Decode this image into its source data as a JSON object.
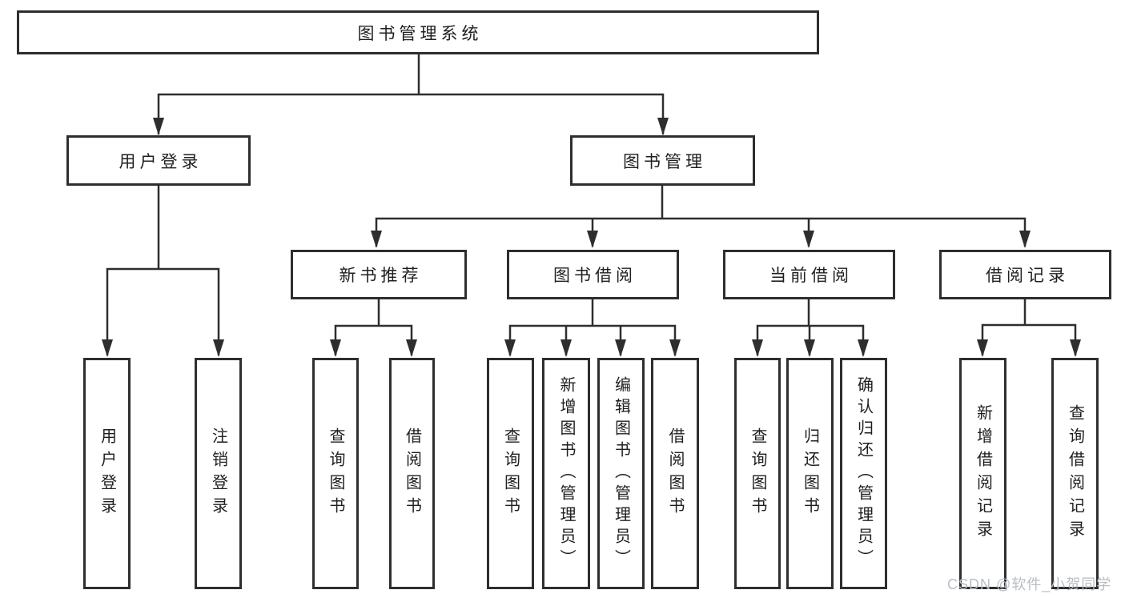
{
  "diagram": {
    "tree": {
      "label": "图书管理系统",
      "children": [
        {
          "label": "用户登录",
          "children": [
            {
              "label": "用户登录"
            },
            {
              "label": "注销登录"
            }
          ]
        },
        {
          "label": "图书管理",
          "children": [
            {
              "label": "新书推荐",
              "children": [
                {
                  "label": "查询图书"
                },
                {
                  "label": "借阅图书"
                }
              ]
            },
            {
              "label": "图书借阅",
              "children": [
                {
                  "label": "查询图书"
                },
                {
                  "label": "新增图书（管理员）"
                },
                {
                  "label": "编辑图书（管理员）"
                },
                {
                  "label": "借阅图书"
                }
              ]
            },
            {
              "label": "当前借阅",
              "children": [
                {
                  "label": "查询图书"
                },
                {
                  "label": "归还图书"
                },
                {
                  "label": "确认归还（管理员）"
                }
              ]
            },
            {
              "label": "借阅记录",
              "children": [
                {
                  "label": "新增借阅记录"
                },
                {
                  "label": "查询借阅记录"
                }
              ]
            }
          ]
        }
      ]
    }
  },
  "watermark": {
    "text": "CSDN @软件_小贺同学"
  },
  "colors": {
    "line": "#2e2e2e",
    "text": "#1f1f1f",
    "watermark": "#b9bdc6",
    "background": "#ffffff"
  }
}
